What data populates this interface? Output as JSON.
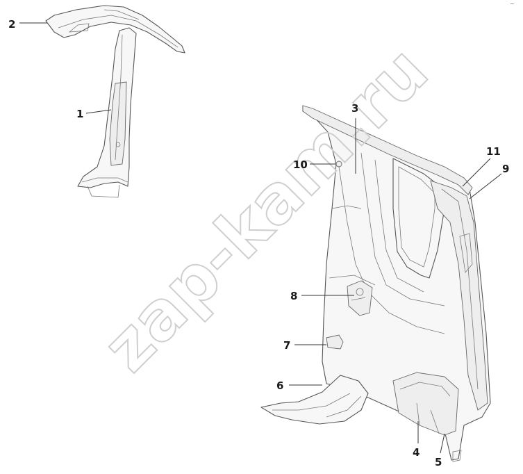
{
  "watermark": "zap-kam.ru",
  "corner_mark": "~",
  "callouts": [
    {
      "id": "1",
      "label": "1"
    },
    {
      "id": "2",
      "label": "2"
    },
    {
      "id": "3",
      "label": "3"
    },
    {
      "id": "4",
      "label": "4"
    },
    {
      "id": "5",
      "label": "5"
    },
    {
      "id": "6",
      "label": "6"
    },
    {
      "id": "7",
      "label": "7"
    },
    {
      "id": "8",
      "label": "8"
    },
    {
      "id": "9",
      "label": "9"
    },
    {
      "id": "10",
      "label": "10"
    },
    {
      "id": "11",
      "label": "11"
    }
  ]
}
